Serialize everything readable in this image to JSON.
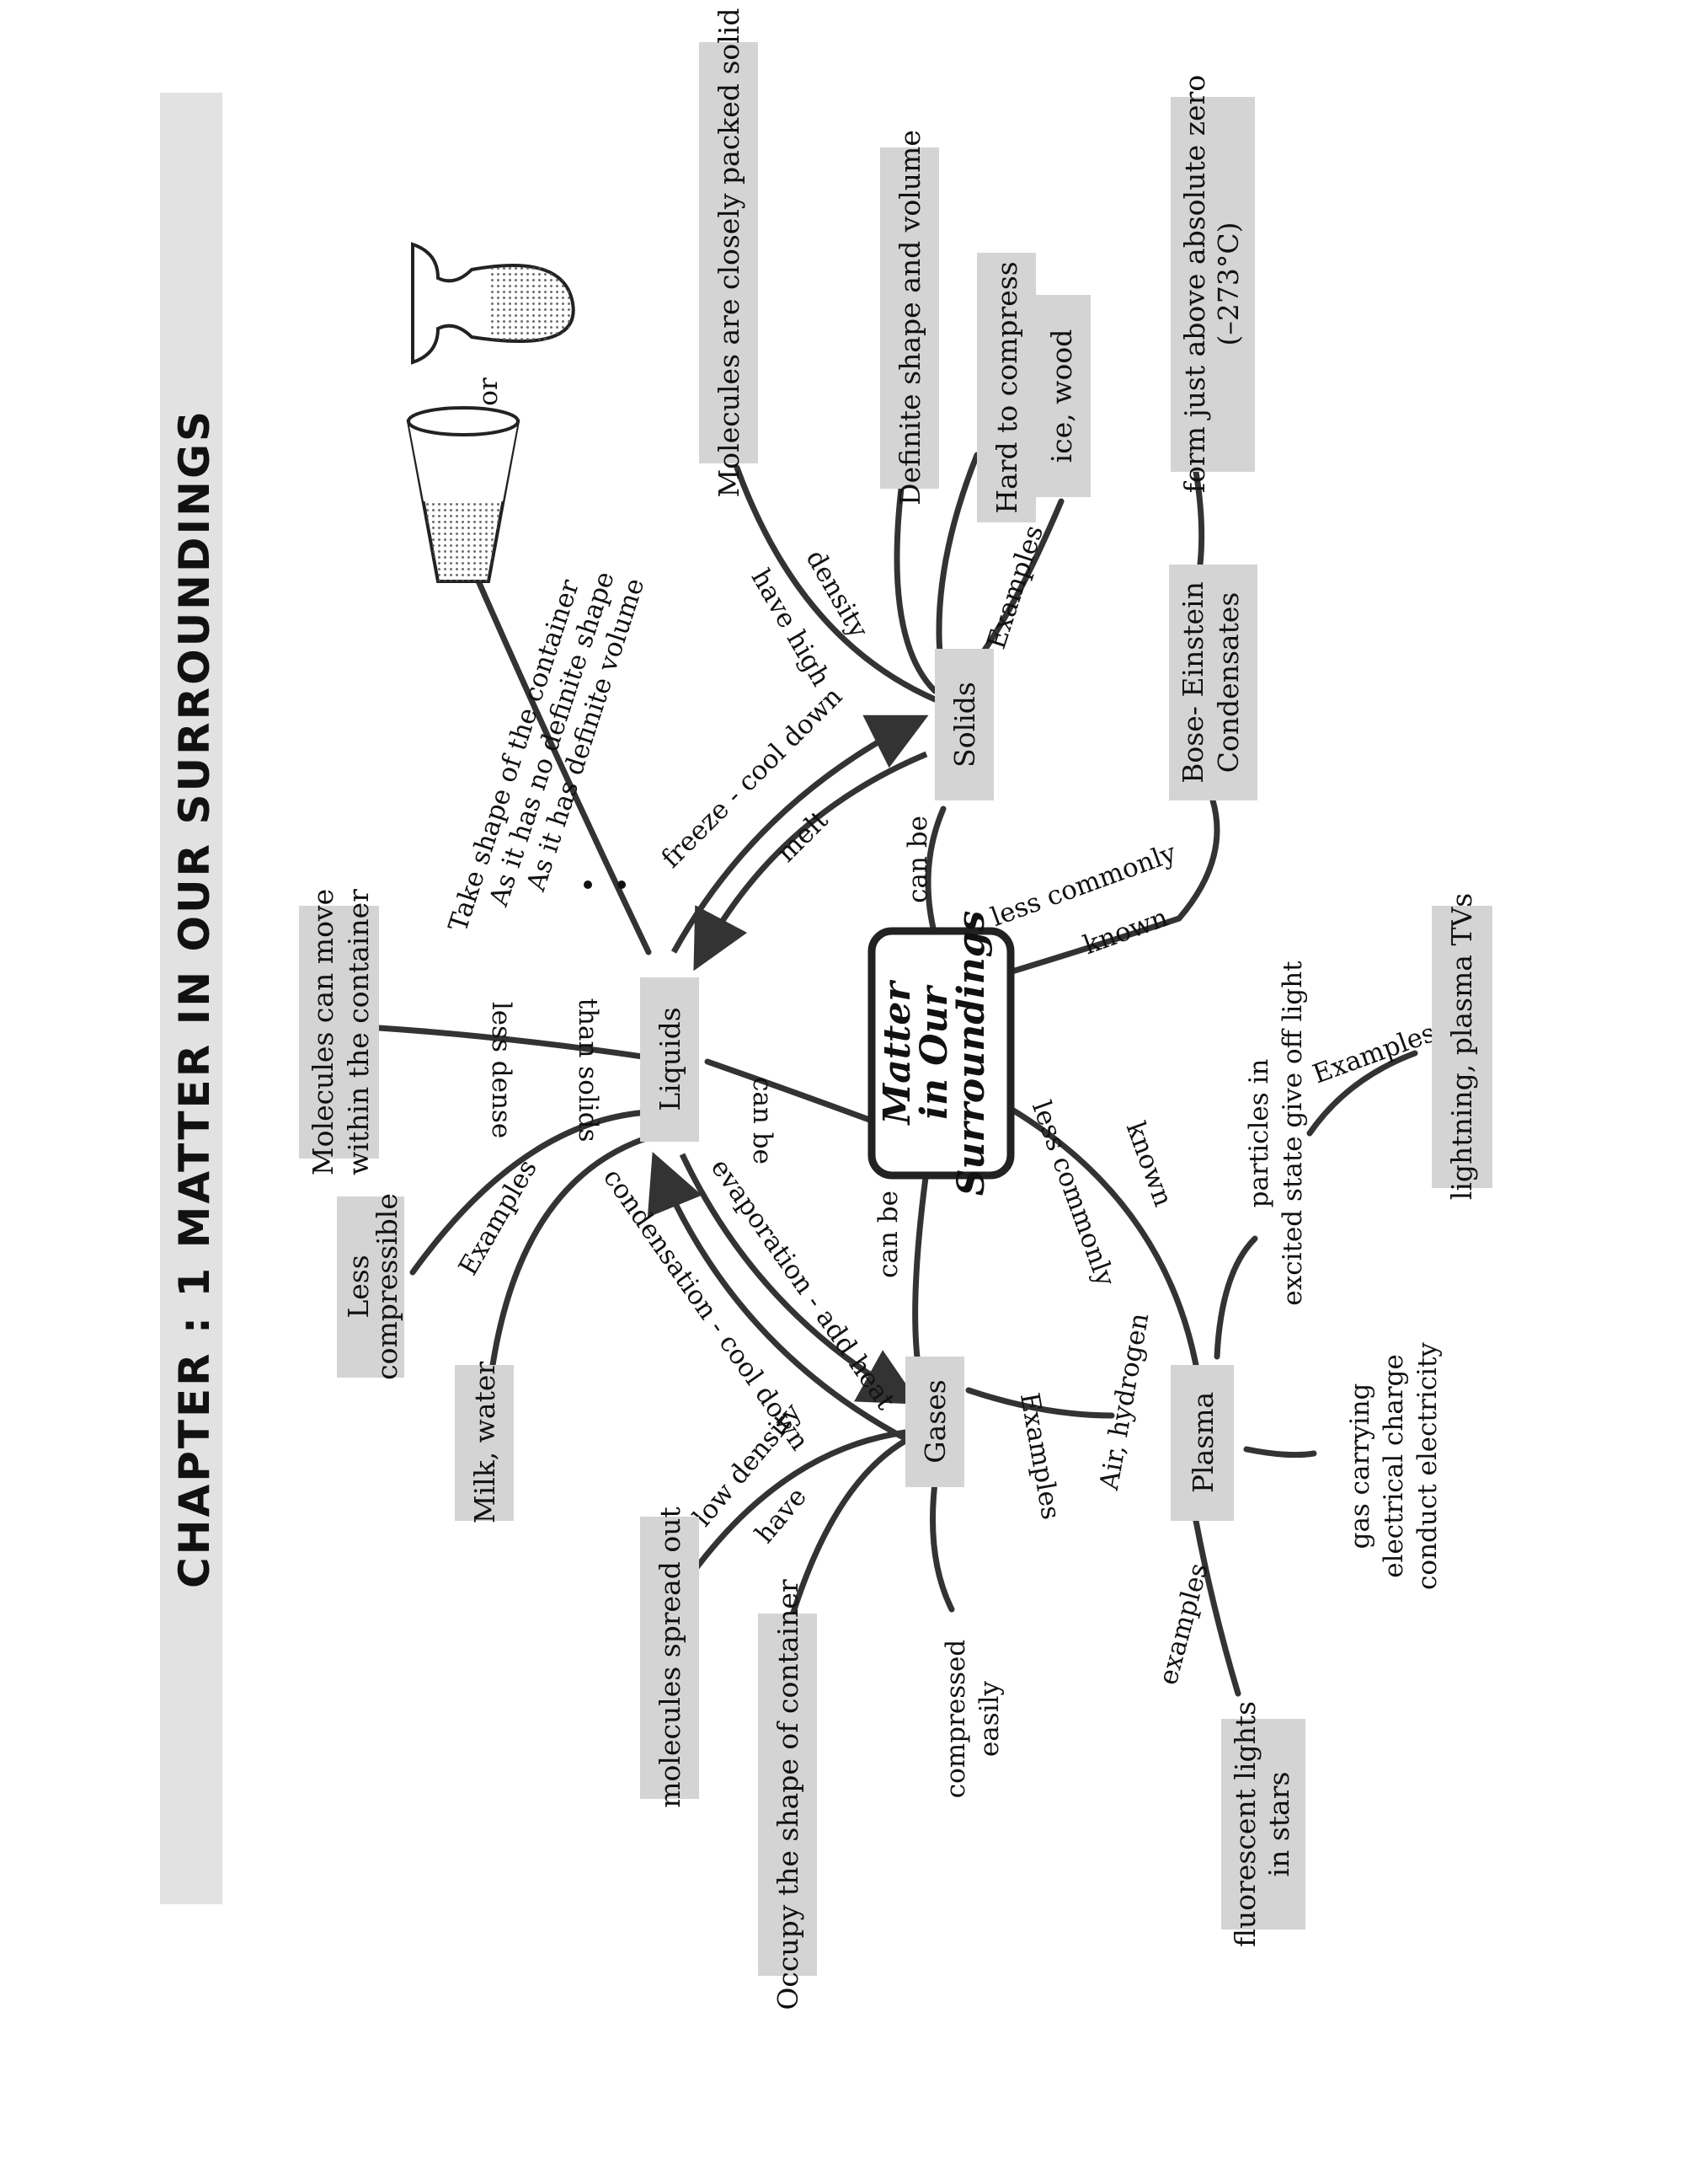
{
  "title": "CHAPTER : 1 MATTER IN OUR SURROUNDINGS",
  "colors": {
    "box_fill": "#d4d4d4",
    "line": "#333333",
    "title_band": "#e2e2e2",
    "text": "#111111"
  },
  "center": {
    "lines": [
      "Matter",
      "in Our",
      "Surroundings"
    ]
  },
  "nodes": {
    "liquids": "Liquids",
    "solids": "Solids",
    "gases": "Gases",
    "plasma": "Plasma",
    "bec": [
      "Bose- Einstein",
      "Condensates"
    ]
  },
  "links": {
    "can_be_liquids": "can be",
    "can_be_solids": "can be",
    "can_be_gases": "can be",
    "less_commonly_known_bec": [
      "less commonly",
      "known"
    ],
    "less_commonly_known_plasma": [
      "less commonly",
      "known"
    ],
    "freeze": "freeze - cool down",
    "melt": "melt",
    "evaporation": "evaporation - add heat",
    "condensation": "condensation - cool down"
  },
  "liquids_props": {
    "container_phrase": "Take shape of the container",
    "bullets": [
      "As it has no definite shape",
      "As it has definite volume"
    ],
    "or_label": "or",
    "less_dense": [
      "less dense",
      "than solids"
    ],
    "move_box": [
      "Molecules can move",
      "within the container"
    ],
    "less_compressible": [
      "Less",
      "compressible"
    ],
    "examples_label": "Examples",
    "examples_box": "Milk, water"
  },
  "solids_props": {
    "high_density": [
      "have high",
      "density"
    ],
    "packed_box": "Molecules are closely packed solid",
    "shape_box": "Definite shape and volume",
    "compress_box": "Hard to compress",
    "examples_label": "Examples",
    "examples_box": "ice, wood"
  },
  "bec_props": {
    "box": [
      "form just above absolute zero",
      "(–273°C)"
    ]
  },
  "gases_props": {
    "low_density": [
      "low density",
      "have"
    ],
    "spread_box": "molecules spread out",
    "occupy_box": "Occupy the shape of container",
    "compressed": [
      "compressed",
      "easily"
    ],
    "examples_label": "Examples",
    "examples_value": "Air, hydrogen"
  },
  "plasma_props": {
    "particles": [
      "particles in",
      "excited state give off light"
    ],
    "examples_label_top": "Examples",
    "examples_box_top": "lightning, plasma TVs",
    "charge": [
      "gas carrying",
      "electrical charge",
      "conduct electricity"
    ],
    "examples_label_bottom": "examples",
    "examples_box_bottom": [
      "fluorescent lights",
      "in stars"
    ]
  }
}
